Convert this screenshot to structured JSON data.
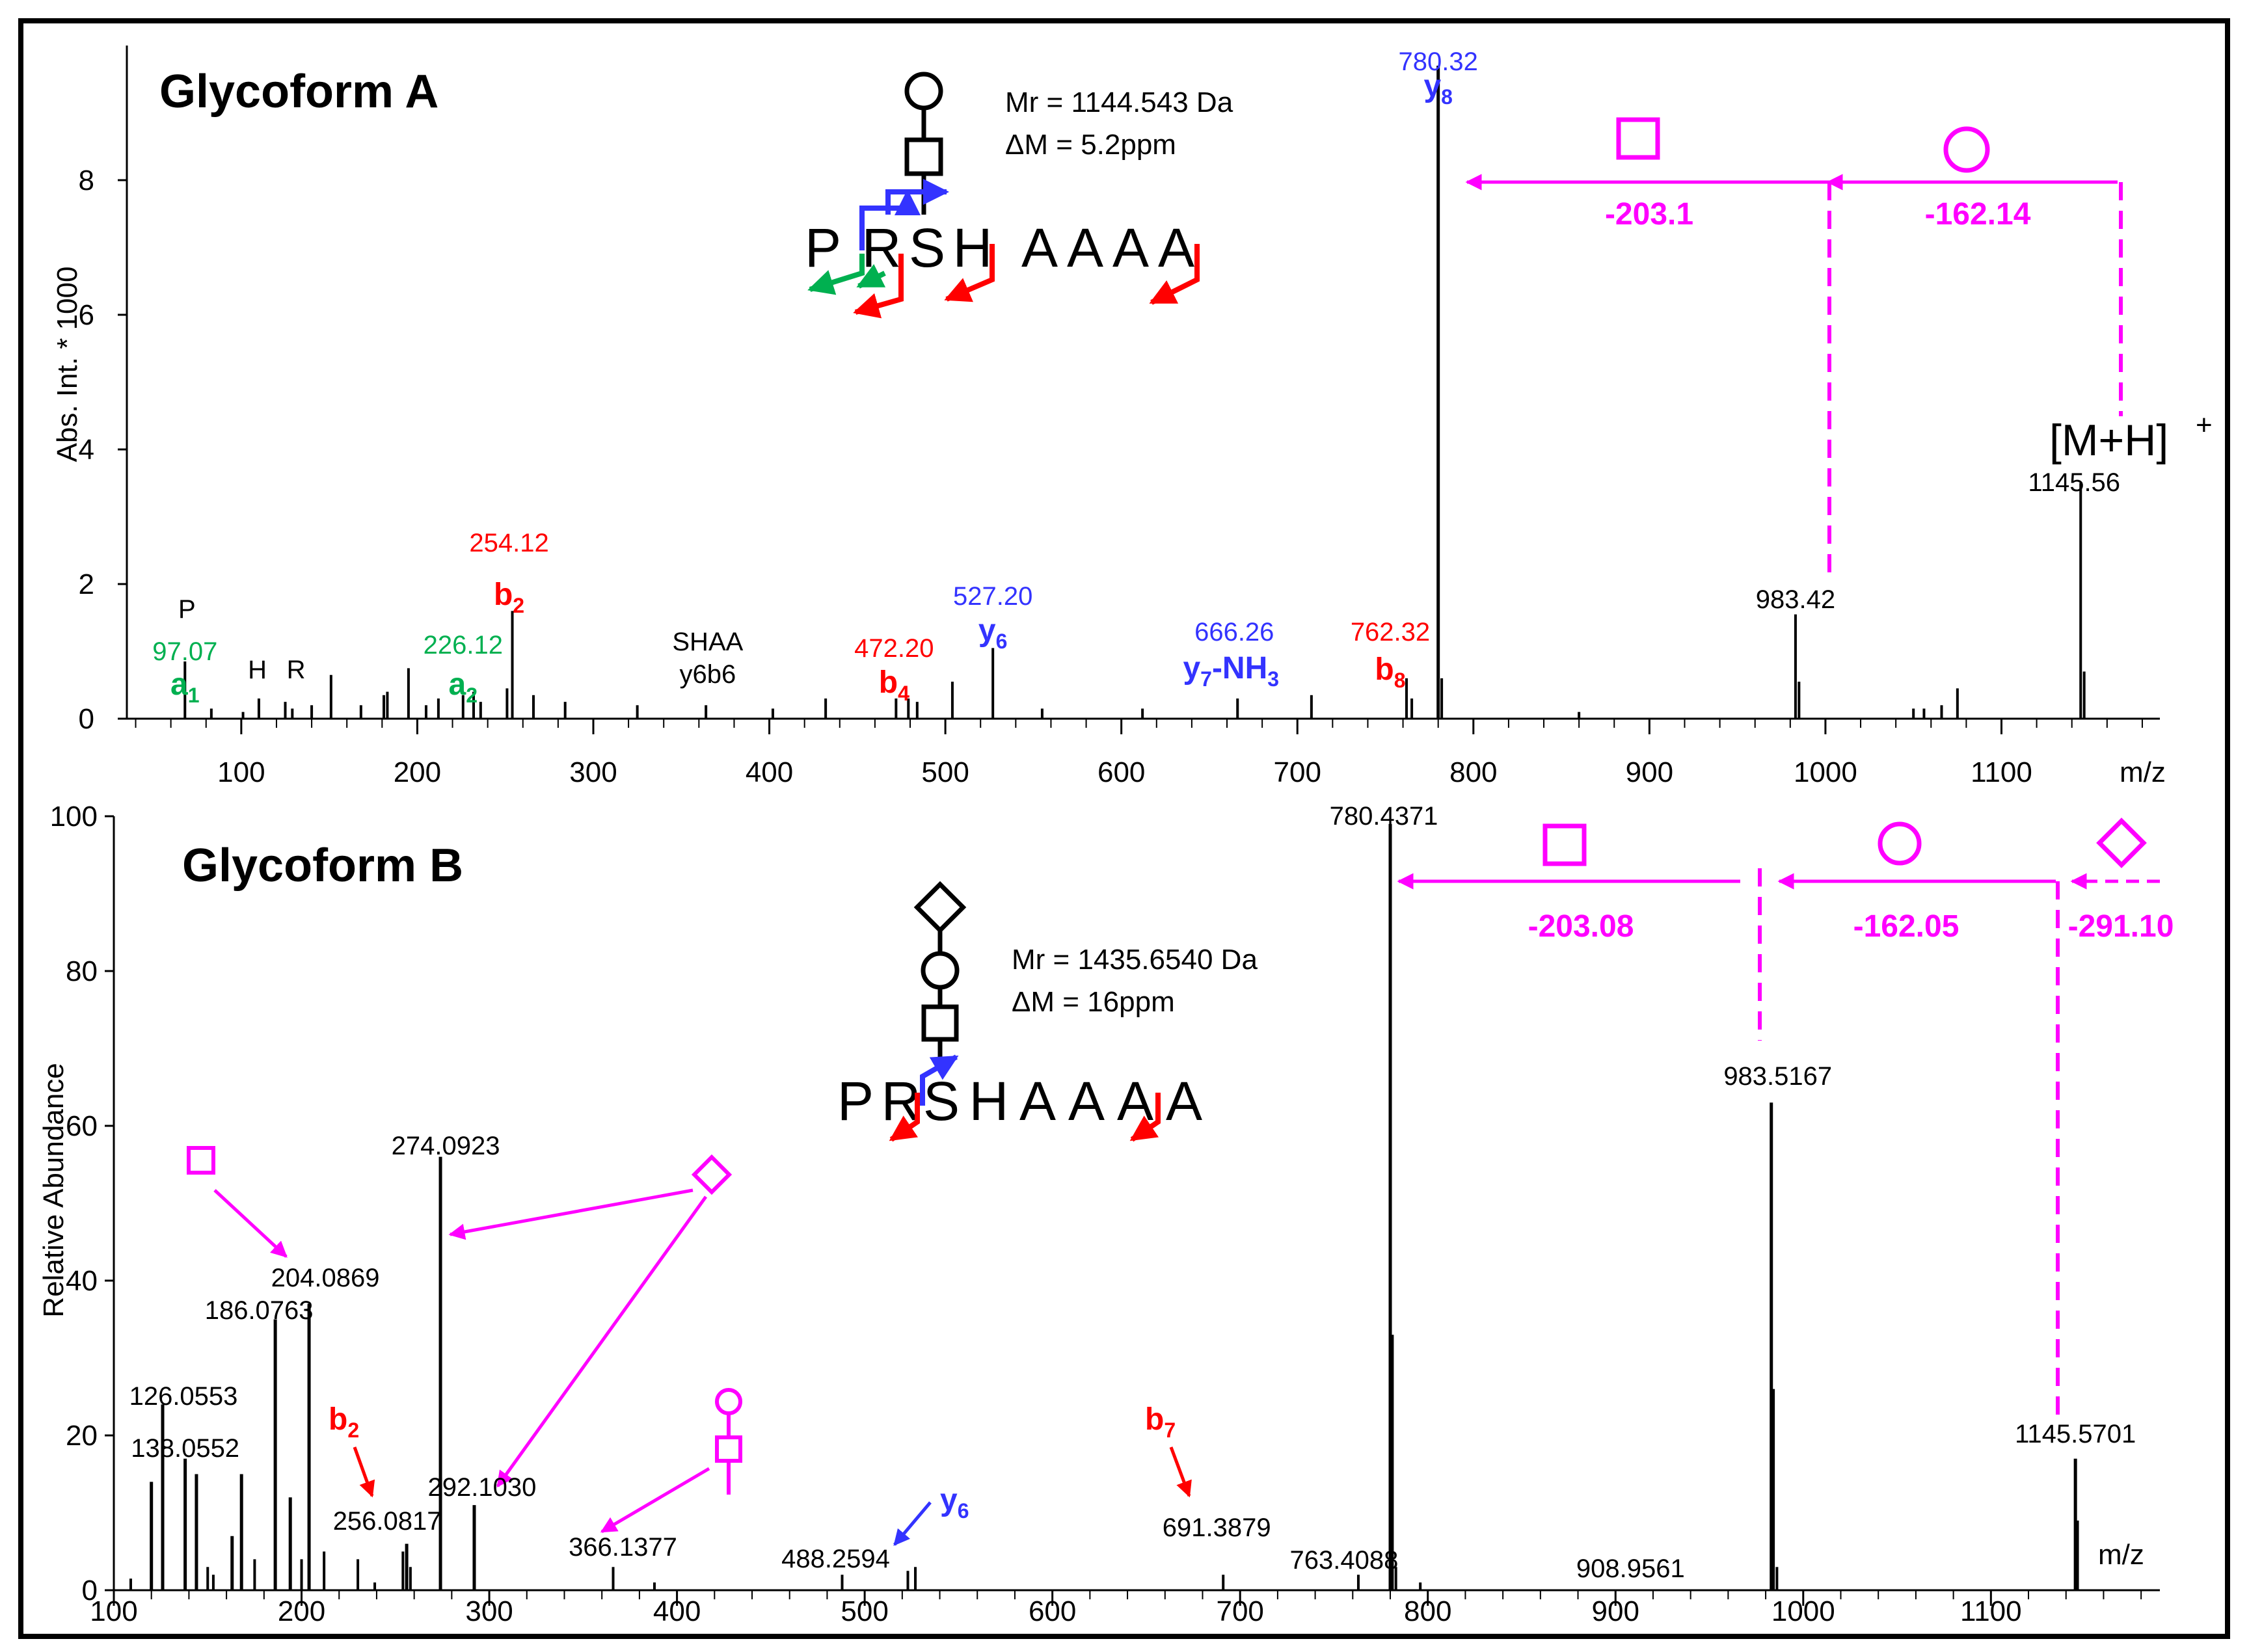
{
  "colors": {
    "magenta": "#ff00ff",
    "red": "#ff0000",
    "blue": "#3333ff",
    "green": "#00b050",
    "black": "#000000"
  },
  "panelA": {
    "title": "Glycoform A",
    "mr_line1": "Mr = 1144.543 Da",
    "mr_line2": "ΔM = 5.2ppm",
    "sequence": [
      "P",
      "R",
      "S",
      "H",
      "A",
      "A",
      "A",
      "A"
    ],
    "y_axis_label": "Abs. Int. * 1000",
    "x_unit": "m/z",
    "mh_label": "[M+H]",
    "mh_sup": "+",
    "deltas": [
      "-203.1",
      "-162.14"
    ]
  },
  "panelB": {
    "title": "Glycoform B",
    "mr_line1": "Mr = 1435.6540 Da",
    "mr_line2": "ΔM = 16ppm",
    "sequence": [
      "P",
      "R",
      "S",
      "H",
      "A",
      "A",
      "A",
      "A"
    ],
    "y_axis_label": "Relative Abundance",
    "x_unit": "m/z",
    "deltas": [
      "-203.08",
      "-162.05",
      "-291.10"
    ]
  },
  "chart_data": [
    {
      "type": "bar",
      "title": "Glycoform A",
      "xlabel": "m/z",
      "ylabel": "Abs. Int. * 1000",
      "xlim": [
        35,
        1190
      ],
      "ylim": [
        0,
        10
      ],
      "xticks": [
        100,
        200,
        300,
        400,
        500,
        600,
        700,
        800,
        900,
        1000,
        1100
      ],
      "yticks": [
        0,
        2,
        4,
        6,
        8
      ],
      "peaks": [
        {
          "mz": 68,
          "i": 0.85
        },
        {
          "mz": 83,
          "i": 0.15
        },
        {
          "mz": 101,
          "i": 0.1
        },
        {
          "mz": 110,
          "i": 0.3
        },
        {
          "mz": 125,
          "i": 0.25
        },
        {
          "mz": 129,
          "i": 0.15
        },
        {
          "mz": 140,
          "i": 0.2
        },
        {
          "mz": 151,
          "i": 0.65
        },
        {
          "mz": 168,
          "i": 0.2
        },
        {
          "mz": 181,
          "i": 0.35
        },
        {
          "mz": 183,
          "i": 0.4
        },
        {
          "mz": 195,
          "i": 0.75
        },
        {
          "mz": 205,
          "i": 0.2
        },
        {
          "mz": 212,
          "i": 0.3
        },
        {
          "mz": 226,
          "i": 0.35
        },
        {
          "mz": 232,
          "i": 0.4
        },
        {
          "mz": 236,
          "i": 0.25
        },
        {
          "mz": 251,
          "i": 0.45
        },
        {
          "mz": 254,
          "i": 1.6
        },
        {
          "mz": 266,
          "i": 0.35
        },
        {
          "mz": 284,
          "i": 0.25
        },
        {
          "mz": 325,
          "i": 0.2
        },
        {
          "mz": 364,
          "i": 0.2
        },
        {
          "mz": 402,
          "i": 0.15
        },
        {
          "mz": 432,
          "i": 0.3
        },
        {
          "mz": 472,
          "i": 0.3
        },
        {
          "mz": 479,
          "i": 0.3
        },
        {
          "mz": 484,
          "i": 0.25
        },
        {
          "mz": 504,
          "i": 0.55
        },
        {
          "mz": 527,
          "i": 1.05
        },
        {
          "mz": 555,
          "i": 0.15
        },
        {
          "mz": 612,
          "i": 0.15
        },
        {
          "mz": 666,
          "i": 0.3
        },
        {
          "mz": 708,
          "i": 0.35
        },
        {
          "mz": 762,
          "i": 0.6
        },
        {
          "mz": 765,
          "i": 0.3
        },
        {
          "mz": 780,
          "i": 9.7
        },
        {
          "mz": 782,
          "i": 0.6
        },
        {
          "mz": 860,
          "i": 0.1
        },
        {
          "mz": 983,
          "i": 1.55
        },
        {
          "mz": 985,
          "i": 0.55
        },
        {
          "mz": 1050,
          "i": 0.15
        },
        {
          "mz": 1056,
          "i": 0.15
        },
        {
          "mz": 1066,
          "i": 0.2
        },
        {
          "mz": 1075,
          "i": 0.45
        },
        {
          "mz": 1145,
          "i": 3.5
        },
        {
          "mz": 1147,
          "i": 0.7
        }
      ],
      "labels": [
        {
          "mz": 68,
          "value": "97.07",
          "ion": "a",
          "sub": "1",
          "series": "green"
        },
        {
          "mz": 226,
          "value": "226.12",
          "ion": "a",
          "sub": "2",
          "series": "green"
        },
        {
          "mz": 254,
          "value": "254.12",
          "ion": "b",
          "sub": "2",
          "series": "red"
        },
        {
          "mz": 472,
          "value": "472.20",
          "ion": "b",
          "sub": "4",
          "series": "red"
        },
        {
          "mz": 527,
          "value": "527.20",
          "ion": "y",
          "sub": "6",
          "series": "blue"
        },
        {
          "mz": 666,
          "value": "666.26",
          "ion": "y",
          "sub": "7",
          "suffix": "-NH",
          "sub2": "3",
          "series": "blue"
        },
        {
          "mz": 762,
          "value": "762.32",
          "ion": "b",
          "sub": "8",
          "series": "red"
        },
        {
          "mz": 780,
          "value": "780.32",
          "ion": "y",
          "sub": "8",
          "series": "blue"
        },
        {
          "mz": 983,
          "value": "983.42",
          "series": "black"
        },
        {
          "mz": 1145,
          "value": "1145.56",
          "series": "black"
        }
      ],
      "immonium": [
        "P",
        "H",
        "R"
      ],
      "internal": [
        "SHAA",
        "y6b6"
      ]
    },
    {
      "type": "bar",
      "title": "Glycoform B",
      "xlabel": "m/z",
      "ylabel": "Relative Abundance",
      "xlim": [
        100,
        1190
      ],
      "ylim": [
        0,
        100
      ],
      "xticks": [
        100,
        200,
        300,
        400,
        500,
        600,
        700,
        800,
        900,
        1000,
        1100
      ],
      "yticks": [
        0,
        20,
        40,
        60,
        80,
        100
      ],
      "peaks": [
        {
          "mz": 109,
          "i": 1.5
        },
        {
          "mz": 120,
          "i": 14
        },
        {
          "mz": 126,
          "i": 24
        },
        {
          "mz": 138,
          "i": 17
        },
        {
          "mz": 144,
          "i": 15
        },
        {
          "mz": 150,
          "i": 3
        },
        {
          "mz": 153,
          "i": 2
        },
        {
          "mz": 163,
          "i": 7
        },
        {
          "mz": 168,
          "i": 15
        },
        {
          "mz": 175,
          "i": 4
        },
        {
          "mz": 186,
          "i": 35
        },
        {
          "mz": 194,
          "i": 12
        },
        {
          "mz": 200,
          "i": 4
        },
        {
          "mz": 204,
          "i": 37
        },
        {
          "mz": 212,
          "i": 5
        },
        {
          "mz": 230,
          "i": 4
        },
        {
          "mz": 239,
          "i": 1
        },
        {
          "mz": 254,
          "i": 5
        },
        {
          "mz": 256,
          "i": 6
        },
        {
          "mz": 258,
          "i": 3
        },
        {
          "mz": 274,
          "i": 56
        },
        {
          "mz": 292,
          "i": 11
        },
        {
          "mz": 366,
          "i": 3
        },
        {
          "mz": 388,
          "i": 1
        },
        {
          "mz": 488,
          "i": 2
        },
        {
          "mz": 523,
          "i": 2.5
        },
        {
          "mz": 527,
          "i": 3
        },
        {
          "mz": 691,
          "i": 2
        },
        {
          "mz": 763,
          "i": 2
        },
        {
          "mz": 780,
          "i": 99
        },
        {
          "mz": 781,
          "i": 33
        },
        {
          "mz": 783,
          "i": 3
        },
        {
          "mz": 796,
          "i": 1
        },
        {
          "mz": 983,
          "i": 63
        },
        {
          "mz": 984,
          "i": 26
        },
        {
          "mz": 986,
          "i": 3
        },
        {
          "mz": 1145,
          "i": 17
        },
        {
          "mz": 1146,
          "i": 9
        }
      ],
      "labels": [
        {
          "mz": 126,
          "value": "126.0553"
        },
        {
          "mz": 138,
          "value": "138.0552"
        },
        {
          "mz": 186,
          "value": "186.0763"
        },
        {
          "mz": 204,
          "value": "204.0869"
        },
        {
          "mz": 256,
          "value": "256.0817"
        },
        {
          "mz": 274,
          "value": "274.0923"
        },
        {
          "mz": 292,
          "value": "292.1030"
        },
        {
          "mz": 366,
          "value": "366.1377"
        },
        {
          "mz": 488,
          "value": "488.2594"
        },
        {
          "mz": 691,
          "value": "691.3879"
        },
        {
          "mz": 763,
          "value": "763.4088"
        },
        {
          "mz": 780,
          "value": "780.4371"
        },
        {
          "mz": 908,
          "value": "908.9561"
        },
        {
          "mz": 983,
          "value": "983.5167"
        },
        {
          "mz": 1145,
          "value": "1145.5701"
        }
      ],
      "ion_labels": [
        {
          "ion": "b",
          "sub": "2",
          "series": "red"
        },
        {
          "ion": "y",
          "sub": "6",
          "series": "blue"
        },
        {
          "ion": "b",
          "sub": "7",
          "series": "red"
        }
      ]
    }
  ]
}
